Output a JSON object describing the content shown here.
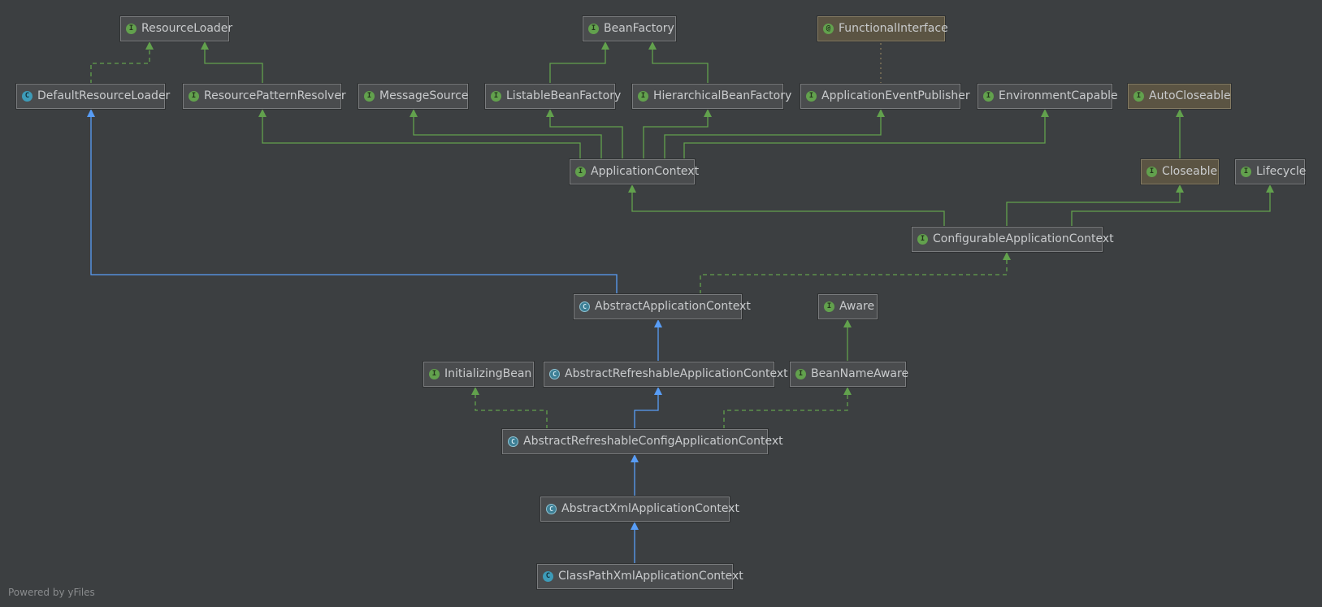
{
  "diagram": {
    "footer": "Powered by yFiles",
    "colors": {
      "background": "#3c3f41",
      "interface_arrow": "#62a14d",
      "class_arrow": "#589df6",
      "interface_badge": "#62a14d",
      "class_badge": "#3d9bb8"
    },
    "nodes": [
      {
        "id": "ResourceLoader",
        "label": "ResourceLoader",
        "kind": "interface",
        "icon": "interface-icon"
      },
      {
        "id": "BeanFactory",
        "label": "BeanFactory",
        "kind": "interface",
        "icon": "interface-icon"
      },
      {
        "id": "FunctionalInterface",
        "label": "FunctionalInterface",
        "kind": "annotation",
        "icon": "annotation-icon",
        "jdk": true
      },
      {
        "id": "DefaultResourceLoader",
        "label": "DefaultResourceLoader",
        "kind": "class",
        "icon": "class-icon"
      },
      {
        "id": "ResourcePatternResolver",
        "label": "ResourcePatternResolver",
        "kind": "interface",
        "icon": "interface-icon"
      },
      {
        "id": "MessageSource",
        "label": "MessageSource",
        "kind": "interface",
        "icon": "interface-icon"
      },
      {
        "id": "ListableBeanFactory",
        "label": "ListableBeanFactory",
        "kind": "interface",
        "icon": "interface-icon"
      },
      {
        "id": "HierarchicalBeanFactory",
        "label": "HierarchicalBeanFactory",
        "kind": "interface",
        "icon": "interface-icon"
      },
      {
        "id": "ApplicationEventPublisher",
        "label": "ApplicationEventPublisher",
        "kind": "interface",
        "icon": "interface-icon"
      },
      {
        "id": "EnvironmentCapable",
        "label": "EnvironmentCapable",
        "kind": "interface",
        "icon": "interface-icon"
      },
      {
        "id": "AutoCloseable",
        "label": "AutoCloseable",
        "kind": "interface",
        "icon": "interface-icon",
        "jdk": true
      },
      {
        "id": "ApplicationContext",
        "label": "ApplicationContext",
        "kind": "interface",
        "icon": "interface-icon"
      },
      {
        "id": "Closeable",
        "label": "Closeable",
        "kind": "interface",
        "icon": "interface-icon",
        "jdk": true
      },
      {
        "id": "Lifecycle",
        "label": "Lifecycle",
        "kind": "interface",
        "icon": "interface-icon"
      },
      {
        "id": "ConfigurableApplicationContext",
        "label": "ConfigurableApplicationContext",
        "kind": "interface",
        "icon": "interface-icon"
      },
      {
        "id": "AbstractApplicationContext",
        "label": "AbstractApplicationContext",
        "kind": "abstract",
        "icon": "abstract-class-icon"
      },
      {
        "id": "Aware",
        "label": "Aware",
        "kind": "interface",
        "icon": "interface-icon"
      },
      {
        "id": "InitializingBean",
        "label": "InitializingBean",
        "kind": "interface",
        "icon": "interface-icon"
      },
      {
        "id": "AbstractRefreshableApplicationContext",
        "label": "AbstractRefreshableApplicationContext",
        "kind": "abstract",
        "icon": "abstract-class-icon"
      },
      {
        "id": "BeanNameAware",
        "label": "BeanNameAware",
        "kind": "interface",
        "icon": "interface-icon"
      },
      {
        "id": "AbstractRefreshableConfigApplicationContext",
        "label": "AbstractRefreshableConfigApplicationContext",
        "kind": "abstract",
        "icon": "abstract-class-icon"
      },
      {
        "id": "AbstractXmlApplicationContext",
        "label": "AbstractXmlApplicationContext",
        "kind": "abstract",
        "icon": "abstract-class-icon"
      },
      {
        "id": "ClassPathXmlApplicationContext",
        "label": "ClassPathXmlApplicationContext",
        "kind": "class",
        "icon": "class-icon"
      }
    ],
    "edges": [
      {
        "from": "DefaultResourceLoader",
        "to": "ResourceLoader",
        "type": "implements"
      },
      {
        "from": "ResourcePatternResolver",
        "to": "ResourceLoader",
        "type": "extends-interface"
      },
      {
        "from": "ListableBeanFactory",
        "to": "BeanFactory",
        "type": "extends-interface"
      },
      {
        "from": "HierarchicalBeanFactory",
        "to": "BeanFactory",
        "type": "extends-interface"
      },
      {
        "from": "ApplicationEventPublisher",
        "to": "FunctionalInterface",
        "type": "annotated"
      },
      {
        "from": "ApplicationContext",
        "to": "ResourcePatternResolver",
        "type": "extends-interface"
      },
      {
        "from": "ApplicationContext",
        "to": "MessageSource",
        "type": "extends-interface"
      },
      {
        "from": "ApplicationContext",
        "to": "ListableBeanFactory",
        "type": "extends-interface"
      },
      {
        "from": "ApplicationContext",
        "to": "HierarchicalBeanFactory",
        "type": "extends-interface"
      },
      {
        "from": "ApplicationContext",
        "to": "ApplicationEventPublisher",
        "type": "extends-interface"
      },
      {
        "from": "ApplicationContext",
        "to": "EnvironmentCapable",
        "type": "extends-interface"
      },
      {
        "from": "Closeable",
        "to": "AutoCloseable",
        "type": "extends-interface"
      },
      {
        "from": "ConfigurableApplicationContext",
        "to": "ApplicationContext",
        "type": "extends-interface"
      },
      {
        "from": "ConfigurableApplicationContext",
        "to": "Closeable",
        "type": "extends-interface"
      },
      {
        "from": "ConfigurableApplicationContext",
        "to": "Lifecycle",
        "type": "extends-interface"
      },
      {
        "from": "AbstractApplicationContext",
        "to": "DefaultResourceLoader",
        "type": "extends-class"
      },
      {
        "from": "AbstractApplicationContext",
        "to": "ConfigurableApplicationContext",
        "type": "implements"
      },
      {
        "from": "BeanNameAware",
        "to": "Aware",
        "type": "extends-interface"
      },
      {
        "from": "AbstractRefreshableApplicationContext",
        "to": "AbstractApplicationContext",
        "type": "extends-class"
      },
      {
        "from": "AbstractRefreshableConfigApplicationContext",
        "to": "InitializingBean",
        "type": "implements"
      },
      {
        "from": "AbstractRefreshableConfigApplicationContext",
        "to": "AbstractRefreshableApplicationContext",
        "type": "extends-class"
      },
      {
        "from": "AbstractRefreshableConfigApplicationContext",
        "to": "BeanNameAware",
        "type": "implements"
      },
      {
        "from": "AbstractXmlApplicationContext",
        "to": "AbstractRefreshableConfigApplicationContext",
        "type": "extends-class"
      },
      {
        "from": "ClassPathXmlApplicationContext",
        "to": "AbstractXmlApplicationContext",
        "type": "extends-class"
      }
    ]
  }
}
